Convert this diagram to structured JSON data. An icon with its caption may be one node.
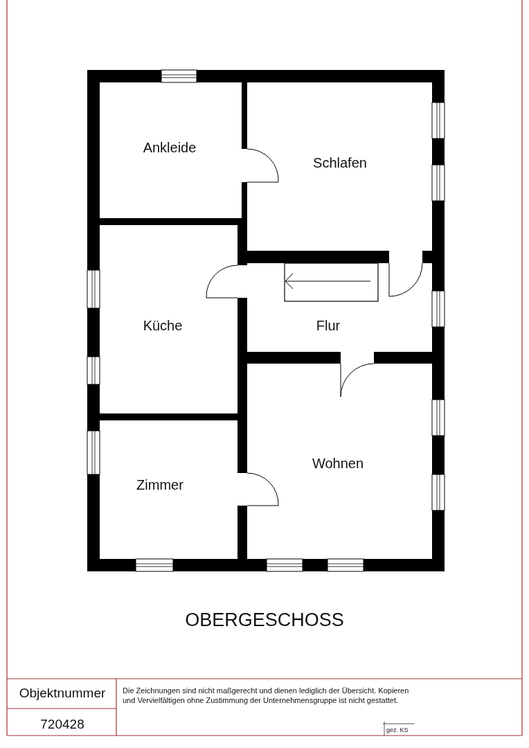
{
  "diagram": {
    "title": "OBERGESCHOSS",
    "nodes": [
      {
        "text": [
          "Ankleide"
        ]
      },
      {
        "text": [
          "Schlafen"
        ]
      },
      {
        "text": [
          "Küche"
        ]
      },
      {
        "text": [
          "Flur"
        ]
      },
      {
        "text": [
          "Wohnen"
        ]
      },
      {
        "text": [
          "Zimmer"
        ]
      }
    ],
    "edges": [],
    "labels": [
      "Objektnummer",
      "720428",
      "Die Zeichnungen sind nicht maßgerecht und dienen lediglich der Übersicht. Kopieren und Vervielfältigen ohne Zustimmung der Unternehmensgruppe ist nicht gestattet.",
      "gez. KS"
    ]
  }
}
